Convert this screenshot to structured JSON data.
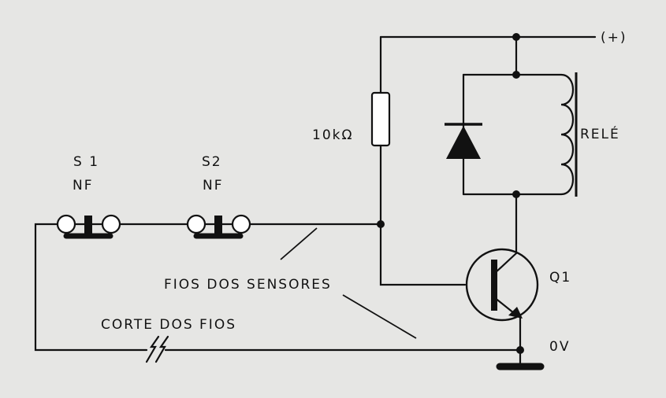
{
  "labels": {
    "supply": "(+)",
    "resistor": "10kΩ",
    "relay": "RELÉ",
    "s1_name": "S 1",
    "s1_type": "NF",
    "s2_name": "S2",
    "s2_type": "NF",
    "transistor": "Q1",
    "ground": "0V",
    "sensor_wires": "FIOS DOS SENSORES",
    "wire_cut": "CORTE DOS FIOS"
  },
  "colors": {
    "background": "#e6e6e4",
    "ink": "#111111"
  }
}
